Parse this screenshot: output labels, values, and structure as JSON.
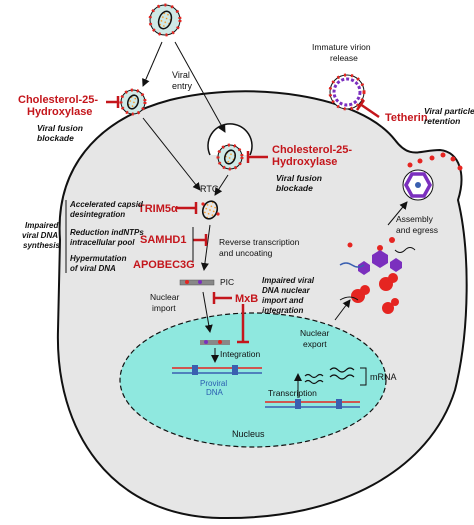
{
  "labels": {
    "viral_entry_1": "Viral",
    "viral_entry_2": "entry",
    "ch25h_left_1": "Cholesterol-25-",
    "ch25h_left_2": "Hydroxylase",
    "fusion_left_1": "Viral fusion",
    "fusion_left_2": "blockade",
    "ch25h_mid_1": "Cholesterol-25-",
    "ch25h_mid_2": "Hydroxylase",
    "fusion_mid_1": "Viral fusion",
    "fusion_mid_2": "blockade",
    "immature_1": "Immature virion",
    "immature_2": "release",
    "tetherin": "Tetherin",
    "retention_1": "Viral particle",
    "retention_2": "retention",
    "rtc": "RTC",
    "trim5a": "TRIM5α",
    "capsid_1": "Accelerated capsid",
    "capsid_2": "desintegration",
    "impaired_dna_1": "Impaired",
    "impaired_dna_2": "viral DNA",
    "impaired_dna_3": "synthesis",
    "dntp_1": "Reduction indNTPs",
    "dntp_2": "intracellular pool",
    "samhd1": "SAMHD1",
    "hyper_1": "Hypermutation",
    "hyper_2": "of viral DNA",
    "apobec3g": "APOBEC3G",
    "rt_1": "Reverse transcription",
    "rt_2": "and uncoating",
    "pic": "PIC",
    "nuclear_import_1": "Nuclear",
    "nuclear_import_2": "import",
    "mxb": "MxB",
    "impaired_import_1": "Impaired viral",
    "impaired_import_2": "DNA nuclear",
    "impaired_import_3": "import and",
    "impaired_import_4": "integration",
    "integration": "Integration",
    "proviral_1": "Proviral",
    "proviral_2": "DNA",
    "nuclear_export_1": "Nuclear",
    "nuclear_export_2": "export",
    "mrna": "mRNA",
    "transcription": "Transcription",
    "assembly_1": "Assembly",
    "assembly_2": "and egress",
    "nucleus": "Nucleus"
  },
  "colors": {
    "cell_fill": "#e6e6e6",
    "nucleus_fill": "#8fe8df",
    "inhibitor_red": "#c4161c",
    "virion_red": "#e52521",
    "core_blue": "#3a5fb0",
    "capsid_purple": "#7b2fbe",
    "proviral_blue": "#2a5db0"
  }
}
